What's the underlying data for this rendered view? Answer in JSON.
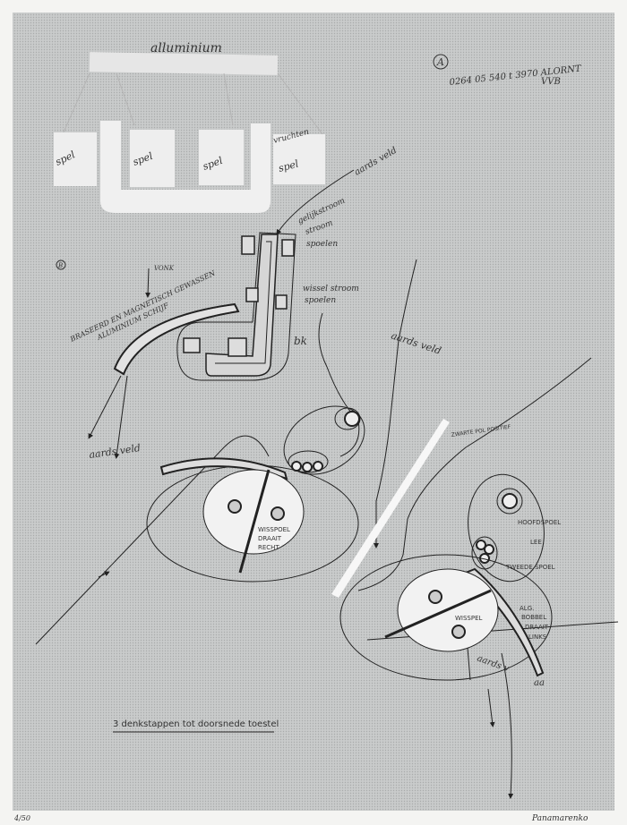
{
  "artwork": {
    "top_label": "alluminium",
    "code_circle": "A",
    "code_line": "0264 05 540 t 3970 ALORNT",
    "code_line2": "VVB",
    "step_marker": "B",
    "spel_labels": [
      "spel",
      "spel",
      "spel",
      "spel"
    ],
    "vrucht_label": "vruchten",
    "aards_veld_top": "aards veld",
    "gelijkstroom": "gelijkstroom",
    "stroom": "stroom",
    "spoelen1": "spoelen",
    "spoelen2": "spoelen",
    "wisselstroom": "wissel stroom",
    "bk": "bk",
    "vonk": "VONK",
    "braseerd_1": "BRASEERD EN MAGNETISCH GEWASSEN",
    "braseerd_2": "ALUMINIUM SCHIJF",
    "aards_veld_left": "aards veld",
    "aards_veld_mid": "aards veld",
    "draad_positief": "ZWARTE POL POSITIEF",
    "wisspoel": "WISSPOEL",
    "wisspoel_2": "DRAAIT",
    "wisspoel_3": "RECHT",
    "hoofdspoel": "HOOFDSPOEL",
    "lee": "LEE",
    "tweede_spoel": "TWEEDE SPOEL",
    "wisspel": "WISSPEL",
    "alg_1": "ALG.",
    "alg_2": "BOBBEL",
    "alg_3": "DRAAIT",
    "alg_4": "LINKS",
    "aards_bottom": "aards v",
    "aa": "aa",
    "caption": "3 denkstappen tot doorsnede toestel",
    "edition": "4/50",
    "signature": "Panamarenko"
  }
}
